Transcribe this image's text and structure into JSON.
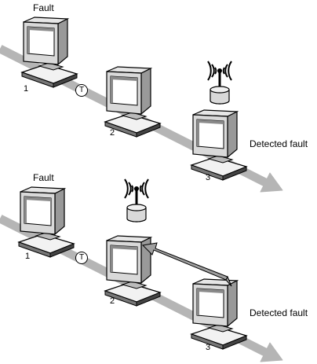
{
  "panels": [
    {
      "fault_label": "Fault",
      "token_label": "T",
      "detected_label": "Detected fault",
      "stations": [
        "1",
        "2",
        "3"
      ]
    },
    {
      "fault_label": "Fault",
      "token_label": "T",
      "detected_label": "Detected fault",
      "stations": [
        "1",
        "2",
        "3"
      ]
    }
  ],
  "colors": {
    "ring_arrow": "#b5b5b5",
    "outline": "#000000",
    "screen": "#ffffff",
    "body_shade": "#d9d9d9"
  }
}
